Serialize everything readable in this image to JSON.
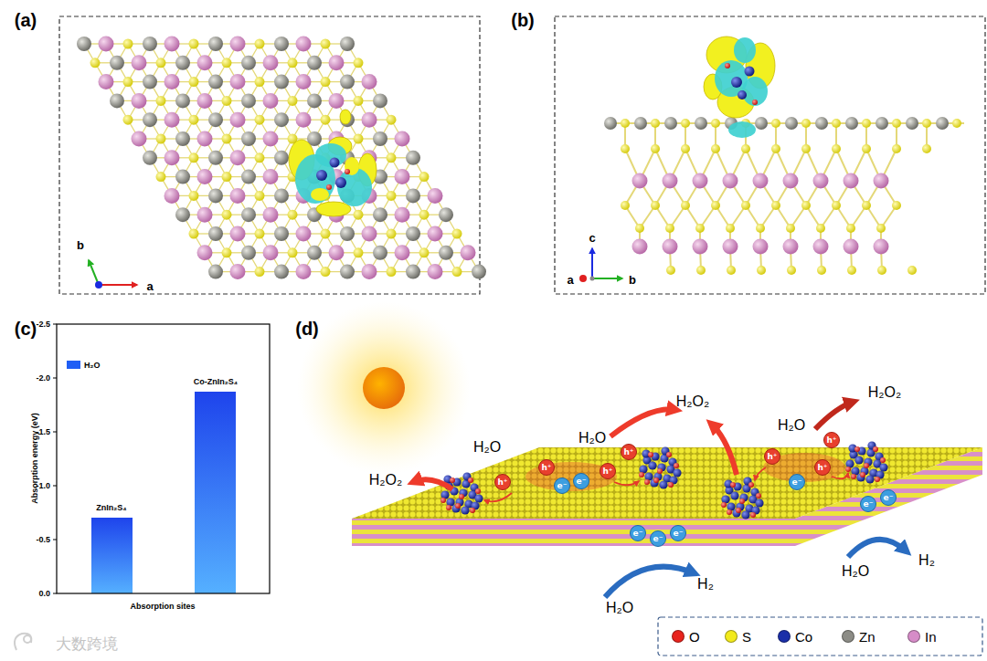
{
  "diagram": {
    "nodes": [
      {
        "text": [
          "h⁺"
        ]
      },
      {
        "text": [
          "h⁺"
        ]
      },
      {
        "text": [
          "h⁺"
        ]
      },
      {
        "text": [
          "h⁺"
        ]
      },
      {
        "text": [
          "h⁺"
        ]
      },
      {
        "text": [
          "h⁺"
        ]
      },
      {
        "text": [
          "h⁺"
        ]
      },
      {
        "text": [
          "e⁻"
        ]
      },
      {
        "text": [
          "e⁻"
        ]
      },
      {
        "text": [
          "e⁻"
        ]
      },
      {
        "text": [
          "e⁻"
        ]
      },
      {
        "text": [
          "e⁻"
        ]
      },
      {
        "text": [
          "e⁻"
        ]
      },
      {
        "text": [
          "e⁻"
        ]
      },
      {
        "text": [
          "e⁻"
        ]
      }
    ],
    "labels": [
      "(a)",
      "b",
      "a",
      "(b)",
      "c",
      "a",
      "b",
      "(c)",
      "-2.5",
      "-2.0",
      "-1.5",
      "-1.0",
      "-0.5",
      "0.0",
      "Absorption energy (eV)",
      "ZnIn₂S₄",
      "Co-ZnIn₂S₄",
      "Absorption sites",
      "(d)",
      "H₂O₂",
      "H₂O",
      "H₂O",
      "H₂O₂",
      "H₂O",
      "H₂O₂",
      "H₂O",
      "H₂",
      "H₂O",
      "H₂",
      "大数跨境"
    ],
    "legend": [
      {
        "text": "H₂O",
        "color": "#1f5ef5"
      },
      {
        "text": "O",
        "color": "#e8231d"
      },
      {
        "text": "S",
        "color": "#f2ea1c"
      },
      {
        "text": "Co",
        "color": "#1b2fa8"
      },
      {
        "text": "Zn",
        "color": "#8c8c86"
      },
      {
        "text": "In",
        "color": "#d68cc8"
      }
    ]
  }
}
